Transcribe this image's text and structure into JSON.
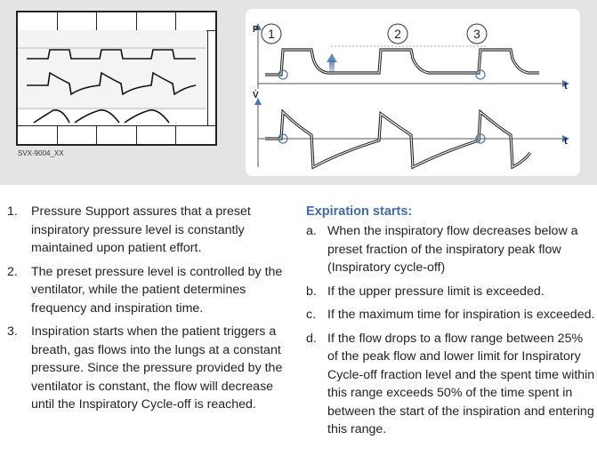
{
  "figure": {
    "monitor_code": "SVX-9004_XX",
    "pressure_axis": "P",
    "flow_axis": "V̇",
    "time_axis": "t",
    "markers": [
      "1",
      "2",
      "3"
    ]
  },
  "left_list": [
    {
      "num": "1.",
      "text": "Pressure Support assures that a preset inspiratory pressure level is constantly maintained upon patient effort."
    },
    {
      "num": "2.",
      "text": "The preset pressure level is controlled by the ventilator, while the patient determines frequency and inspiration time."
    },
    {
      "num": "3.",
      "text": "Inspiration starts when the patient triggers a breath, gas flows into the lungs at a constant pressure. Since the pressure provided by the ventilator is constant, the flow will decrease until the Inspiratory Cycle-off is reached."
    }
  ],
  "right": {
    "heading": "Expiration starts:",
    "items": [
      {
        "num": "a.",
        "text": "When the inspiratory flow decreases below a preset fraction of the inspiratory peak flow (Inspiratory cycle-off)"
      },
      {
        "num": "b.",
        "text": "If the upper pressure limit is exceeded."
      },
      {
        "num": "c.",
        "text": "If the maximum time for inspiration is exceeded."
      },
      {
        "num": "d.",
        "text": "If the flow drops to a flow range between 25% of the peak flow and lower limit for Inspiratory Cycle-off fraction level and the spent time within this range exceeds 50% of the time spent in between the start of the inspiration and entering this range."
      }
    ]
  },
  "colors": {
    "heading": "#3f6ca8",
    "marker": "#4a78b0",
    "band": "#e4e4e4"
  }
}
